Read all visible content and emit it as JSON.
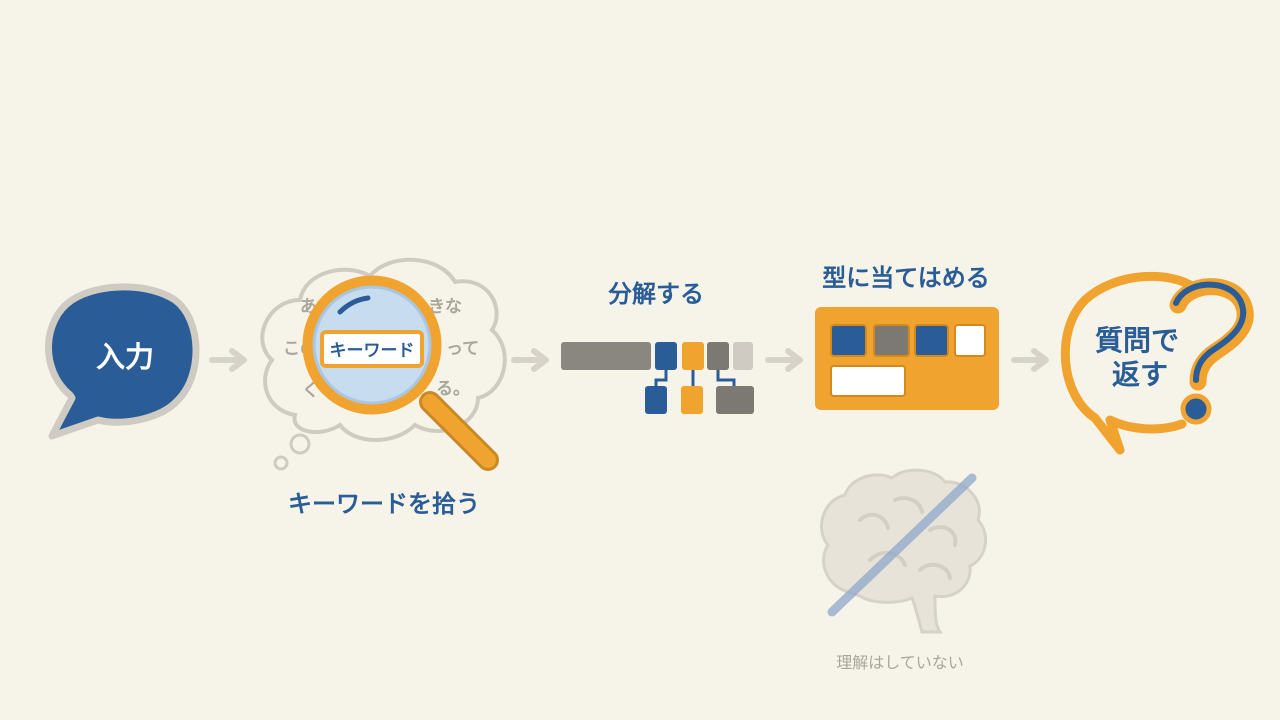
{
  "steps": {
    "input": {
      "label": "入力"
    },
    "keyword": {
      "title": "キーワードを拾う",
      "lens_label": "キーワード",
      "bg_fragments": [
        "あ",
        "きな",
        "この",
        "って",
        "く",
        "る。"
      ]
    },
    "decompose": {
      "title": "分解する"
    },
    "template": {
      "title": "型に当てはめる"
    },
    "reply": {
      "line1": "質問で",
      "line2": "返す",
      "mark": "?"
    }
  },
  "note": {
    "text": "理解はしていない"
  },
  "colors": {
    "background": "#f6f4e9",
    "blue": "#2a5d97",
    "orange": "#f0a32e",
    "gray": "#7c7872",
    "light_gray": "#cfcbc2",
    "arrow": "#d7d3c9"
  }
}
